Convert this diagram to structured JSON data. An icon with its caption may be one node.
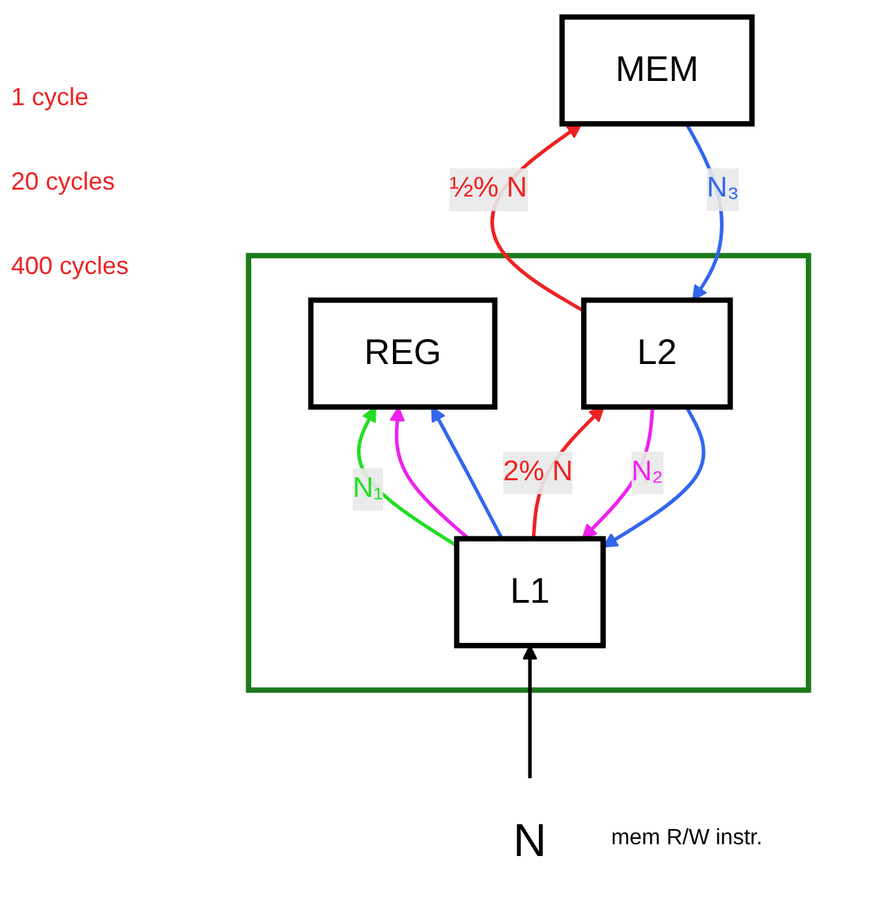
{
  "diagram": {
    "nodes": [
      {
        "text": [],
        "shape": "box"
      },
      {
        "text": [
          "REG"
        ],
        "in": 0
      },
      {
        "text": [
          "L1"
        ],
        "in": 0
      },
      {
        "text": [
          "L2"
        ],
        "in": 0
      },
      {
        "text": [
          "MEM"
        ]
      },
      {
        "text": [
          "N"
        ],
        "beside": [
          "mem R/W instr."
        ]
      }
    ],
    "edges": [
      {
        "from": 5,
        "to": 2,
        "arrow": "to",
        "color": "#000000"
      },
      {
        "from": 2,
        "to": 1,
        "arrow": "to",
        "label": "N₁",
        "color": "#22dd22"
      },
      {
        "from": 3,
        "to": 2,
        "arrow": "to",
        "label": "N₂",
        "color": "#ee22ee"
      },
      {
        "from": 2,
        "to": 1,
        "arrow": "to",
        "color": "#ee22ee"
      },
      {
        "from": 4,
        "to": 3,
        "arrow": "to",
        "label": "N₃",
        "color": "#3366ee"
      },
      {
        "from": 3,
        "to": 2,
        "arrow": "to",
        "color": "#3366ee"
      },
      {
        "from": 2,
        "to": 1,
        "arrow": "to",
        "color": "#3366ee"
      },
      {
        "from": 2,
        "to": 3,
        "arrow": "to",
        "label": "2% N",
        "color": "#ee2222"
      },
      {
        "from": 3,
        "to": 4,
        "arrow": "to",
        "label": "½% N",
        "color": "#ee2222"
      }
    ],
    "labels": [
      "1 cycle",
      "20 cycles",
      "400 cycles"
    ]
  }
}
